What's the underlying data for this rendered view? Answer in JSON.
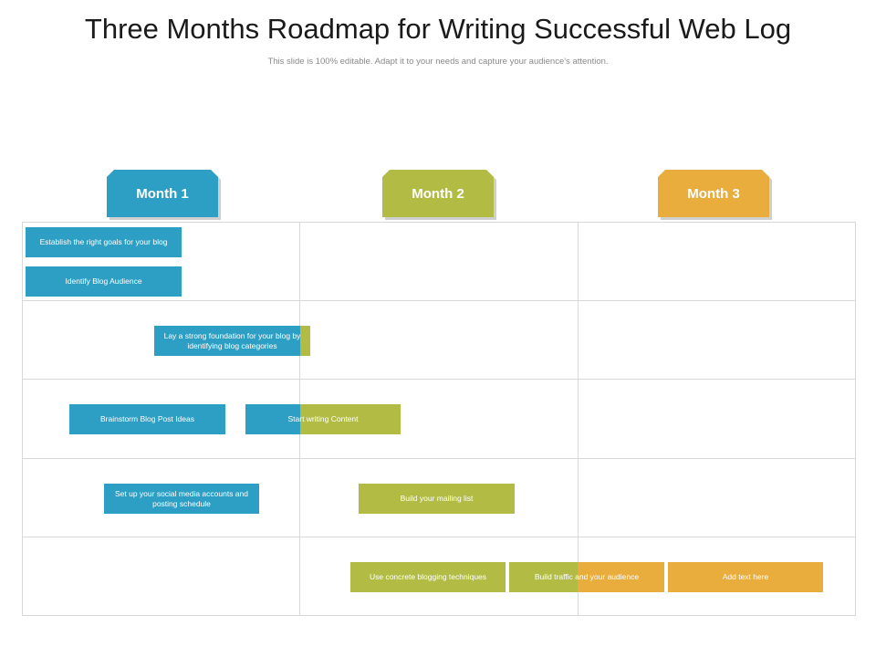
{
  "header": {
    "title": "Three Months Roadmap for Writing Successful Web Log",
    "subtitle": "This slide is 100% editable. Adapt it to your needs and capture your audience's attention."
  },
  "colors": {
    "month1": "#2d9ec4",
    "month2": "#b2bc45",
    "month3": "#e9ad3d"
  },
  "months": [
    {
      "label": "Month 1"
    },
    {
      "label": "Month 2"
    },
    {
      "label": "Month 3"
    }
  ],
  "tasks": [
    {
      "label": "Establish the right goals for your blog"
    },
    {
      "label": "Identify Blog Audience"
    },
    {
      "label": "Lay a strong foundation for your blog by identifying blog categories"
    },
    {
      "label": "Brainstorm Blog Post Ideas"
    },
    {
      "label": "Start writing Content"
    },
    {
      "label": "Set up your social media accounts and posting schedule"
    },
    {
      "label": "Build your mailing list"
    },
    {
      "label": "Use concrete blogging techniques"
    },
    {
      "label": "Build traffic and your audience"
    },
    {
      "label": "Add text here"
    }
  ]
}
